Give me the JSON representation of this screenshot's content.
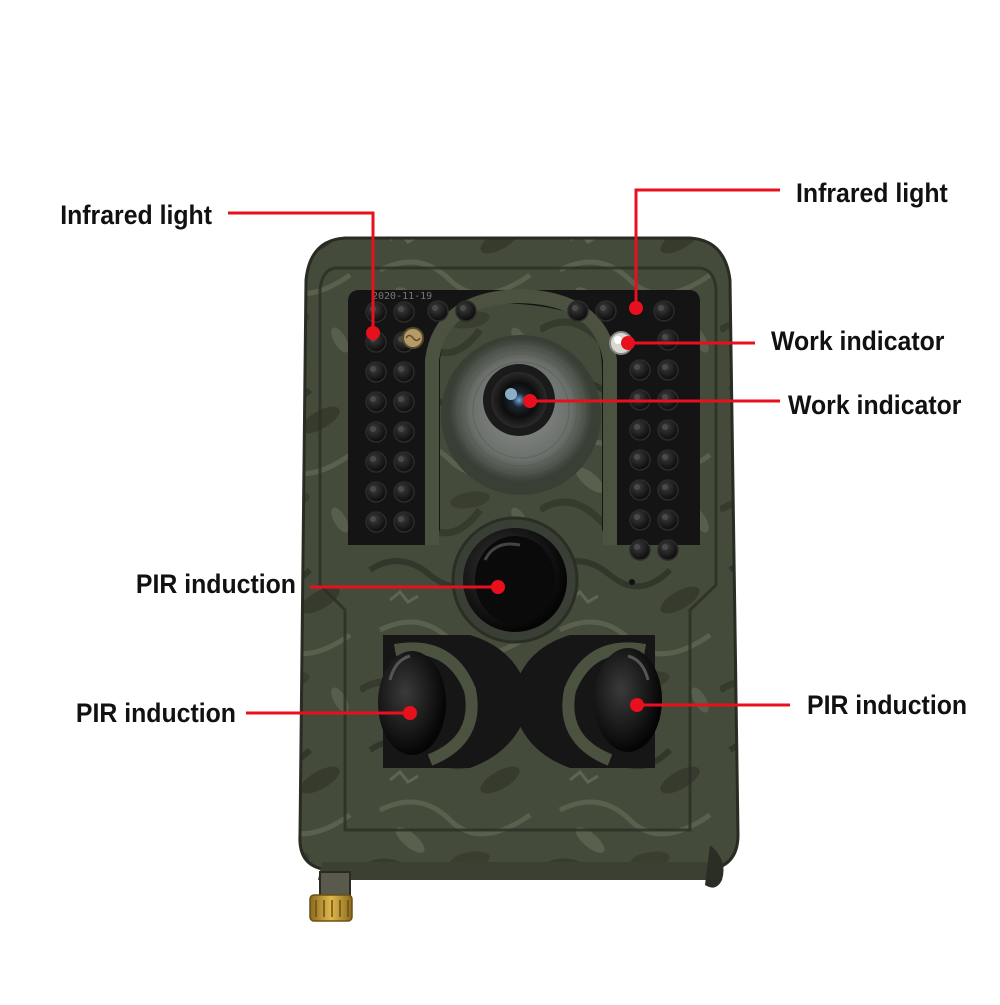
{
  "figure": {
    "subject": "trail camera",
    "date_print": "2020-11-19",
    "callouts": [
      {
        "id": "infrared-light-left",
        "text": "Infrared light"
      },
      {
        "id": "infrared-light-right",
        "text": "Infrared light"
      },
      {
        "id": "work-indicator-top",
        "text": "Work indicator"
      },
      {
        "id": "work-indicator-lens",
        "text": "Work indicator"
      },
      {
        "id": "pir-induction-center",
        "text": "PIR induction"
      },
      {
        "id": "pir-induction-left",
        "text": "PIR induction"
      },
      {
        "id": "pir-induction-right",
        "text": "PIR induction"
      }
    ]
  },
  "colors": {
    "leader_line": "#e8101c",
    "marker_dot": "#e8101c",
    "camo_base": "#4b5240",
    "camo_dark": "#2e3327",
    "camo_light": "#7a806a",
    "panel_black": "#141414",
    "label_text": "#111111"
  }
}
